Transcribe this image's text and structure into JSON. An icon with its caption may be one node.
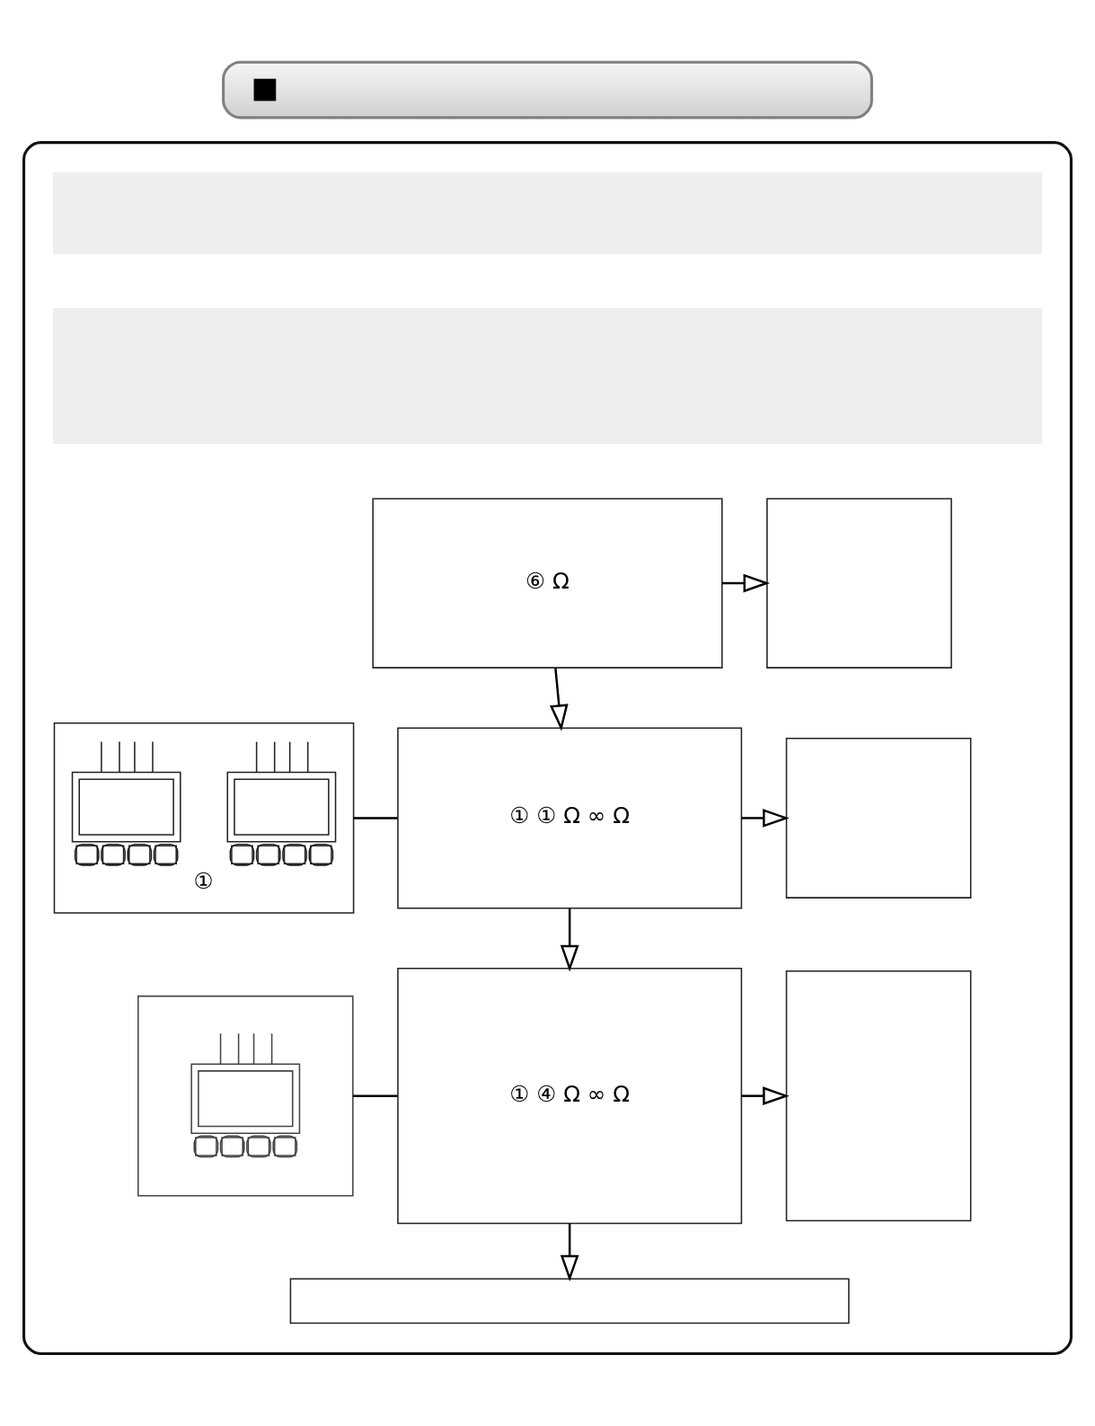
{
  "diagram": {
    "nodes": [
      {
        "text": [],
        "shape": "bar"
      },
      {
        "text": [],
        "shape": "box"
      },
      {
        "text": [],
        "shape": "bar",
        "in": 1
      },
      {
        "text": [],
        "shape": "bar",
        "in": 1
      },
      {
        "text": [
          "⑥ Ω"
        ],
        "in": 1
      },
      {
        "text": [],
        "shape": "box",
        "in": 1
      },
      {
        "text": [
          "①"
        ],
        "in": 1
      },
      {
        "text": [
          "① ① Ω ∞ Ω"
        ],
        "in": 1
      },
      {
        "text": [],
        "shape": "box",
        "in": 1
      },
      {
        "text": [],
        "shape": "picture",
        "in": 1
      },
      {
        "text": [
          "① ④ Ω ∞ Ω"
        ],
        "in": 1
      },
      {
        "text": [],
        "shape": "box",
        "in": 1
      },
      {
        "text": [],
        "shape": "box",
        "in": 1
      }
    ],
    "edges": [
      {
        "from": 4,
        "to": 5,
        "arrow": "to"
      },
      {
        "from": 4,
        "to": 7,
        "arrow": "to"
      },
      {
        "from": 6,
        "to": 7,
        "arrow": "none"
      },
      {
        "from": 7,
        "to": 8,
        "arrow": "to"
      },
      {
        "from": 7,
        "to": 10,
        "arrow": "to"
      },
      {
        "from": 9,
        "to": 10,
        "arrow": "none"
      },
      {
        "from": 10,
        "to": 11,
        "arrow": "to"
      },
      {
        "from": 10,
        "to": 12,
        "arrow": "to"
      }
    ]
  }
}
